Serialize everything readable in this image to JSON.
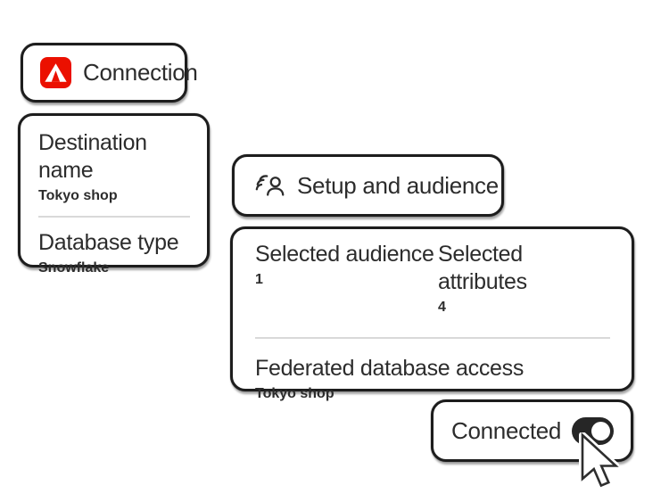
{
  "colors": {
    "text": "#2c2c2c",
    "card_border": "#1d1d1d",
    "card_bg": "#ffffff",
    "divider": "#d9d9d9",
    "adobe_red": "#eb1000",
    "toggle_on_bg": "#262626",
    "toggle_knob": "#ffffff"
  },
  "cards": {
    "connection": {
      "title": "Connection"
    },
    "destination": {
      "fields": [
        {
          "label": "Destination name",
          "value": "Tokyo shop"
        },
        {
          "label": "Database type",
          "value": "Snowflake"
        }
      ]
    },
    "setup": {
      "title": "Setup and audience"
    },
    "summary": {
      "stats": [
        {
          "label": "Selected audience",
          "value": "1"
        },
        {
          "label": "Selected attributes",
          "value": "4"
        }
      ],
      "federated_label": "Federated database access",
      "federated_value": "Tokyo shop"
    },
    "connected": {
      "label": "Connected",
      "toggle_state": "on"
    }
  }
}
